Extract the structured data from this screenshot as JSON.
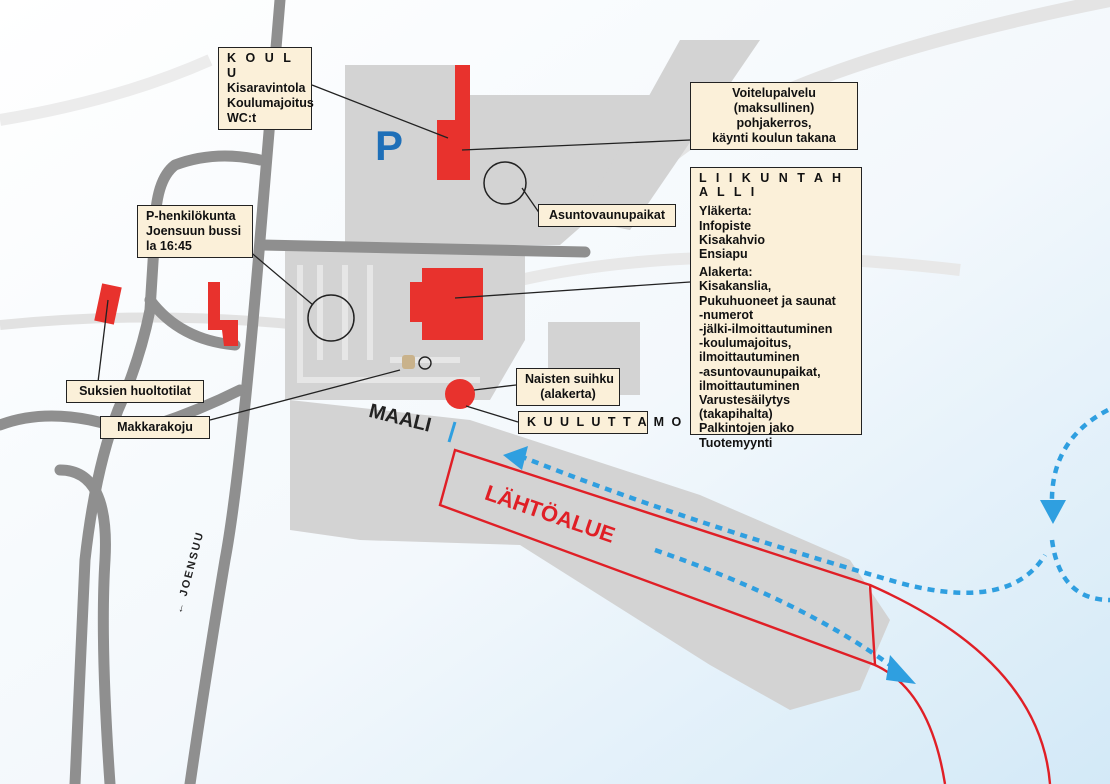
{
  "colors": {
    "building": "#e8322d",
    "route_red": "#e01f26",
    "route_blue": "#2f9fe0",
    "road": "#8f8f8f",
    "area": "#d3d3d3",
    "label_bg": "#fbf0d9",
    "parking": "#1e6fb8"
  },
  "labels": {
    "koulu": {
      "title": "K O U L U",
      "lines": [
        "Kisaravintola",
        "Koulumajoitus",
        "WC:t"
      ]
    },
    "voitelu": {
      "lines": [
        "Voitelupalvelu",
        "(maksullinen)",
        "pohjakerros,",
        "käynti koulun takana"
      ]
    },
    "asuntovaunu": {
      "text": "Asuntovaunupaikat"
    },
    "phenkilo": {
      "lines": [
        "P-henkilökunta",
        "Joensuun bussi",
        "la 16:45"
      ]
    },
    "liikuntahalli": {
      "title": "L I I K U N T A H A L L I",
      "ylakerta_head": "Yläkerta:",
      "ylakerta": [
        "Infopiste",
        "Kisakahvio",
        "Ensiapu"
      ],
      "alakerta_head": "Alakerta:",
      "alakerta": [
        "Kisakanslia,",
        "Pukuhuoneet ja saunat",
        "-numerot",
        "-jälki-ilmoittautuminen",
        "-koulumajoitus,",
        "ilmoittautuminen",
        "-asuntovaunupaikat,",
        "ilmoittautuminen",
        "Varustesäilytys",
        "(takapihalta)",
        "Palkintojen jako",
        "Tuotemyynti"
      ]
    },
    "naisten": {
      "lines": [
        "Naisten suihku",
        "(alakerta)"
      ]
    },
    "kuuluttamo": {
      "text": "K U U L U T T A M O"
    },
    "suksien": {
      "text": "Suksien huoltotilat"
    },
    "makkara": {
      "text": "Makkarakoju"
    }
  },
  "map_text": {
    "parking": "P",
    "maali": "MAALI",
    "lahtoalue": "LÄHTÖALUE",
    "joensuu": "← JOENSUU"
  }
}
